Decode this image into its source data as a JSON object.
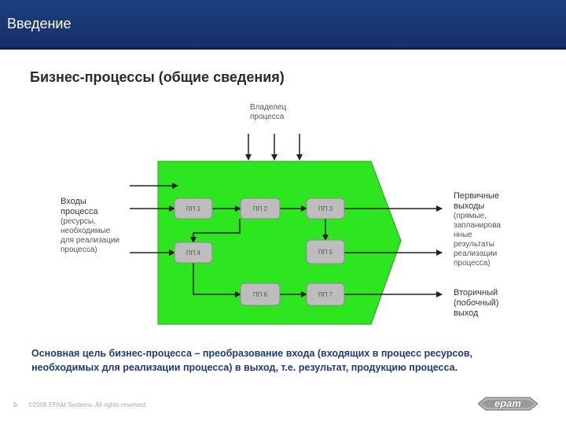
{
  "header": {
    "title": "Введение"
  },
  "slide": {
    "title": "Бизнес-процессы (общие сведения)"
  },
  "diagram": {
    "owner_label": [
      "Владелец",
      "процесса"
    ],
    "inputs_label": {
      "main": [
        "Входы",
        "процесса"
      ],
      "detail": [
        "(ресурсы,",
        "необходимые",
        "для реализации",
        "процесса)"
      ]
    },
    "primary_outputs_label": {
      "main": [
        "Первичные",
        "выходы"
      ],
      "detail": [
        "(прямые,",
        "запланирова",
        "нные",
        "результаты",
        "реализации",
        "процесса)"
      ]
    },
    "secondary_output_label": [
      "Вторичный",
      "(побочный)",
      "выход"
    ],
    "process_boxes": [
      "ПП 1",
      "ПП 2",
      "ПП 3",
      "ПП 4",
      "ПП 5",
      "ПП 6",
      "ПП 7"
    ],
    "colors": {
      "process_fill": "#2ee61f",
      "box_fill": "#bdbdbd",
      "arrow": "#222222"
    }
  },
  "summary": "Основная цель бизнес-процесса – преобразование входа (входящих в процесс ресурсов, необходимых для реализации процесса) в выход, т.е. результат, продукцию процесса.",
  "footer": {
    "page_number": "5",
    "copyright": "©2008 EPAM Systems. All rights reserved."
  },
  "logo": {
    "text": "epam"
  }
}
